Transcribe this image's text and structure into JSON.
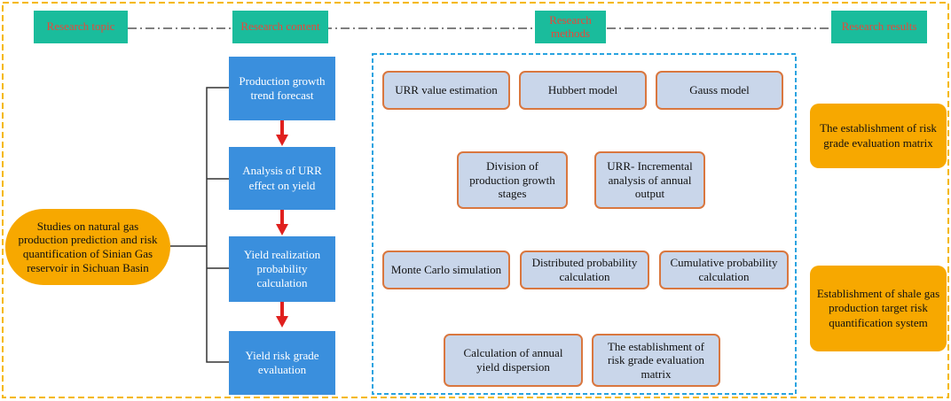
{
  "headers": {
    "topic": "Research topic",
    "content": "Research content",
    "methods": "Research methods",
    "results": "Research results"
  },
  "topic": "Studies on natural gas production prediction and risk quantification of Sinian Gas reservoir in Sichuan Basin",
  "content": [
    "Production growth trend forecast",
    "Analysis of URR effect on yield",
    "Yield realization probability calculation",
    "Yield risk grade evaluation"
  ],
  "methods": {
    "row1": [
      "URR value estimation",
      "Hubbert model",
      "Gauss model"
    ],
    "row2": [
      "Division of production growth stages",
      "URR- Incremental analysis of annual output"
    ],
    "row3": [
      "Monte Carlo simulation",
      "Distributed probability calculation",
      "Cumulative probability calculation"
    ],
    "row4": [
      "Calculation of annual yield dispersion",
      "The establishment of risk grade evaluation matrix"
    ]
  },
  "results": [
    "The establishment of risk grade evaluation matrix",
    "Establishment of shale gas production target risk quantification system"
  ],
  "colors": {
    "outer_border": "#f5b800",
    "header_bg": "#1abc9c",
    "header_text": "#e8473a",
    "content_bg": "#3a8fdd",
    "arrow": "#e0201e",
    "method_bg": "#c9d6ea",
    "method_border": "#d9773f",
    "methods_frame": "#29a3e0",
    "result_bg": "#f7a800"
  }
}
